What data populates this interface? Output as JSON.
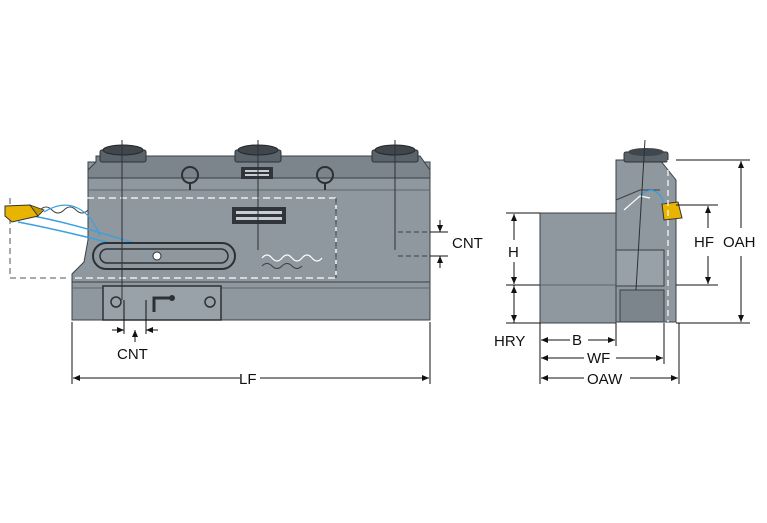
{
  "colors": {
    "body": "#8f979f",
    "body_dark": "#4c535a",
    "body_mid": "#6f777f",
    "insert": "#e8b400",
    "coolant": "#3aa0e0",
    "line": "#111111"
  },
  "front_view": {
    "labels": {
      "cnt_right": "CNT",
      "cnt_bottom": "CNT",
      "lf": "LF"
    }
  },
  "side_view": {
    "labels": {
      "h": "H",
      "hf": "HF",
      "oah": "OAH",
      "hry": "HRY",
      "b": "B",
      "wf": "WF",
      "oaw": "OAW"
    }
  },
  "icons": [
    "arrow-head-icon",
    "clamp-screw-icon",
    "coolant-connector-icon"
  ]
}
